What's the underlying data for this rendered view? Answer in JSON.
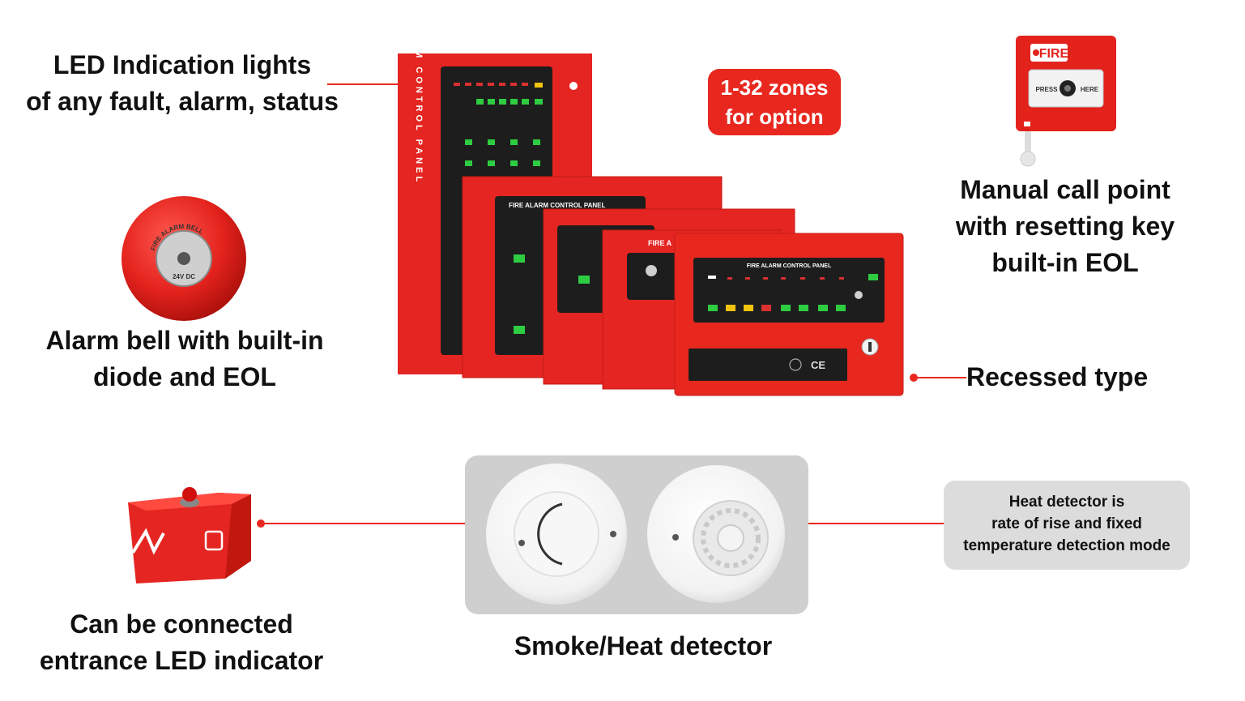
{
  "captions": {
    "led": {
      "line1": "LED Indication lights",
      "line2": "of any fault, alarm, status"
    },
    "bell": {
      "line1": "Alarm bell with built-in",
      "line2": "diode and EOL"
    },
    "call_point": {
      "line1": "Manual call point",
      "line2": "with resetting key",
      "line3": "built-in EOL"
    },
    "recessed": "Recessed type",
    "indicator": {
      "line1": "Can be connected",
      "line2": "entrance LED indicator"
    },
    "detector": "Smoke/Heat detector"
  },
  "badge": {
    "line1": "1-32 zones",
    "line2": "for option"
  },
  "heat_box": {
    "line1": "Heat detector is",
    "line2": "rate of rise and fixed",
    "line3": "temperature detection mode"
  },
  "product_text": {
    "vertical_label": "FIRE ALARM CONTROL PANEL",
    "panel_title": "FIRE ALARM CONTROL PANEL",
    "panel_title_short": "FIRE A",
    "bell_ring": "FIRE ALARM BELL",
    "bell_voltage": "24V DC",
    "call_point_fire": "FIRE",
    "call_point_press": "PRESS",
    "call_point_here": "HERE",
    "ce_mark": "CE"
  },
  "colors": {
    "accent": "#e8281f",
    "panel_red": "#e52521",
    "panel_face": "#1d1d1d",
    "gray_box": "#dcdcdc"
  }
}
